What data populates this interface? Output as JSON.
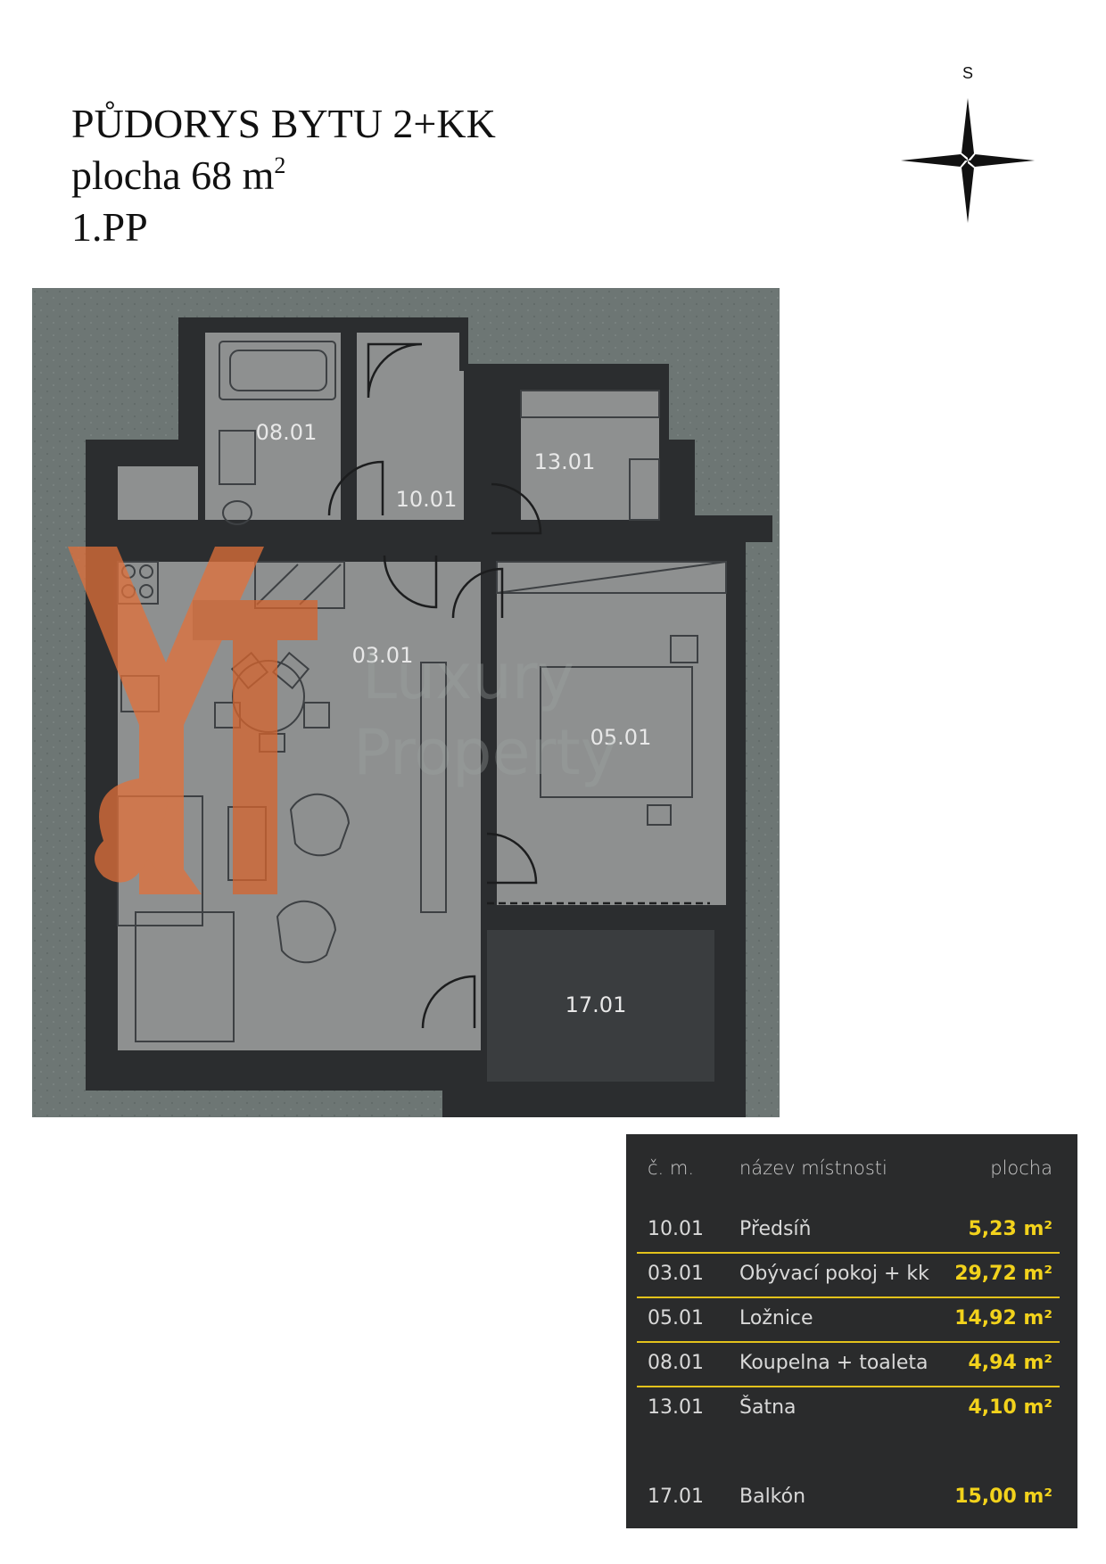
{
  "header": {
    "title": "PŮDORYS BYTU 2+KK",
    "area_prefix": "plocha 68 m",
    "area_sup": "2",
    "floor": "1.PP"
  },
  "compass": {
    "label": "S"
  },
  "plan": {
    "rooms": [
      {
        "id": "08.01"
      },
      {
        "id": "10.01"
      },
      {
        "id": "13.01"
      },
      {
        "id": "03.01"
      },
      {
        "id": "05.01"
      },
      {
        "id": "17.01"
      }
    ],
    "watermark": {
      "line1": "Luxury",
      "line2": "Property",
      "color": "#e2703a"
    }
  },
  "table": {
    "headers": {
      "num": "č. m.",
      "name": "název místnosti",
      "area": "plocha"
    },
    "rows": [
      {
        "num": "10.01",
        "name": "Předsíň",
        "area": "5,23 m²"
      },
      {
        "num": "03.01",
        "name": "Obývací pokoj + kk",
        "area": "29,72 m²"
      },
      {
        "num": "05.01",
        "name": "Ložnice",
        "area": "14,92 m²"
      },
      {
        "num": "08.01",
        "name": "Koupelna + toaleta",
        "area": "4,94 m²"
      },
      {
        "num": "13.01",
        "name": "Šatna",
        "area": "4,10 m²"
      },
      {
        "num": "17.01",
        "name": "Balkón",
        "area": "15,00 m²"
      }
    ],
    "accent_color": "#e3c21b"
  }
}
